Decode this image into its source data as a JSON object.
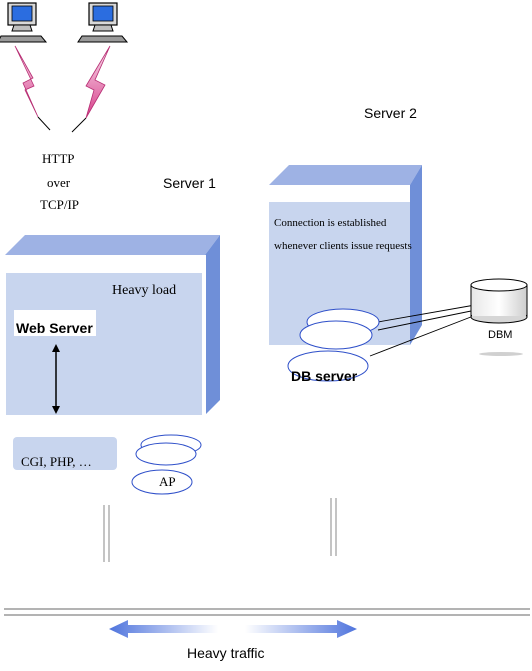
{
  "protocol": {
    "line1": "HTTP",
    "line2": "over",
    "line3": "TCP/IP"
  },
  "server1": {
    "title": "Server 1",
    "load_label": "Heavy load",
    "web_server_label": "Web Server",
    "cgi_label": "CGI, PHP, …",
    "ap_label": "AP"
  },
  "server2": {
    "title": "Server 2",
    "connection_line1": "Connection is established",
    "connection_line2": "whenever clients issue requests",
    "db_server_label": "DB server",
    "dbm_label": "DBM"
  },
  "network": {
    "traffic_label": "Heavy traffic"
  },
  "colors": {
    "box_front": "#c8d5ee",
    "box_top": "#9eb2e4",
    "box_side": "#6f8fd8",
    "lightning": "#d63d8a",
    "arrow": "#5a7fe0"
  },
  "icons": [
    "computer-icon",
    "lightning-icon",
    "database-icon",
    "double-arrow-icon"
  ]
}
